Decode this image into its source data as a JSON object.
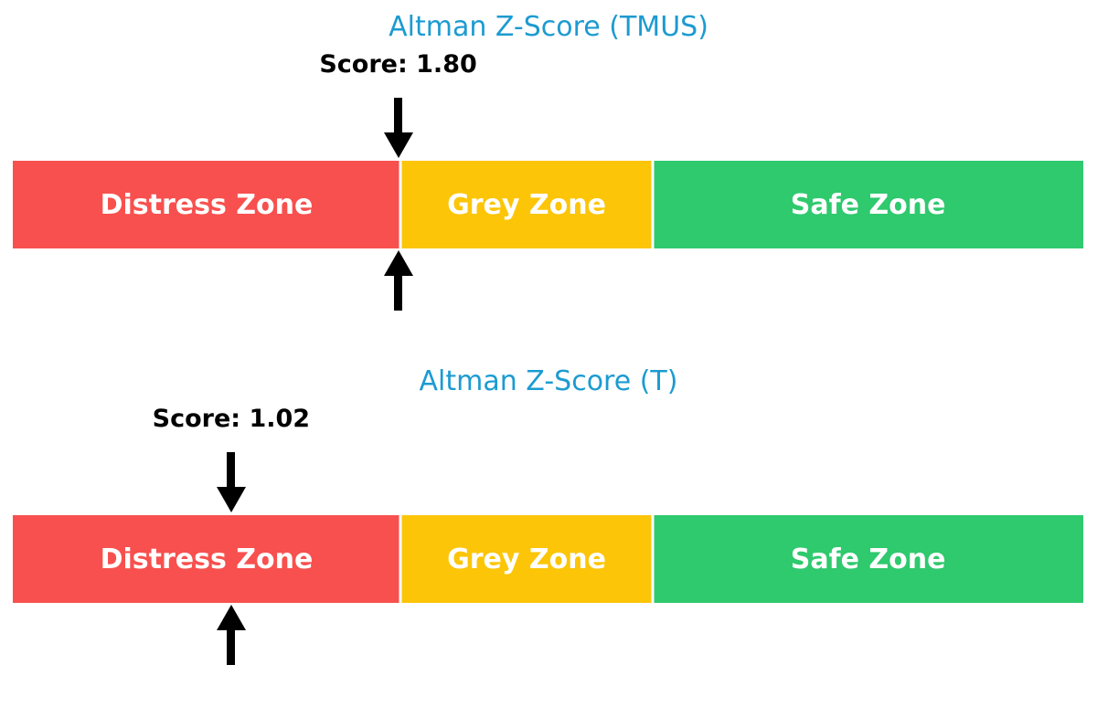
{
  "colors": {
    "title_blue": "#1C9BD1",
    "score_text": "#000000",
    "arrow_black": "#000000",
    "zone_red": "#F8504E",
    "zone_yellow": "#FCC507",
    "zone_green": "#2FC96E",
    "zone_label_white": "#FFFFFF",
    "background": "#FFFFFF"
  },
  "chart_data": [
    {
      "type": "zone-gauge",
      "title": "Altman Z-Score (TMUS)",
      "score": 1.8,
      "score_label": "Score: 1.80",
      "axis_range": [
        0,
        5
      ],
      "marker_icons": [
        "down-arrow",
        "up-arrow"
      ],
      "zones": [
        {
          "label": "Distress Zone",
          "from": 0,
          "to": 1.81,
          "color": "#F8504E"
        },
        {
          "label": "Grey Zone",
          "from": 1.81,
          "to": 2.99,
          "color": "#FCC507"
        },
        {
          "label": "Safe Zone",
          "from": 2.99,
          "to": 5,
          "color": "#2FC96E"
        }
      ]
    },
    {
      "type": "zone-gauge",
      "title": "Altman Z-Score (T)",
      "score": 1.02,
      "score_label": "Score: 1.02",
      "axis_range": [
        0,
        5
      ],
      "marker_icons": [
        "down-arrow",
        "up-arrow"
      ],
      "zones": [
        {
          "label": "Distress Zone",
          "from": 0,
          "to": 1.81,
          "color": "#F8504E"
        },
        {
          "label": "Grey Zone",
          "from": 1.81,
          "to": 2.99,
          "color": "#FCC507"
        },
        {
          "label": "Safe Zone",
          "from": 2.99,
          "to": 5,
          "color": "#2FC96E"
        }
      ]
    }
  ]
}
